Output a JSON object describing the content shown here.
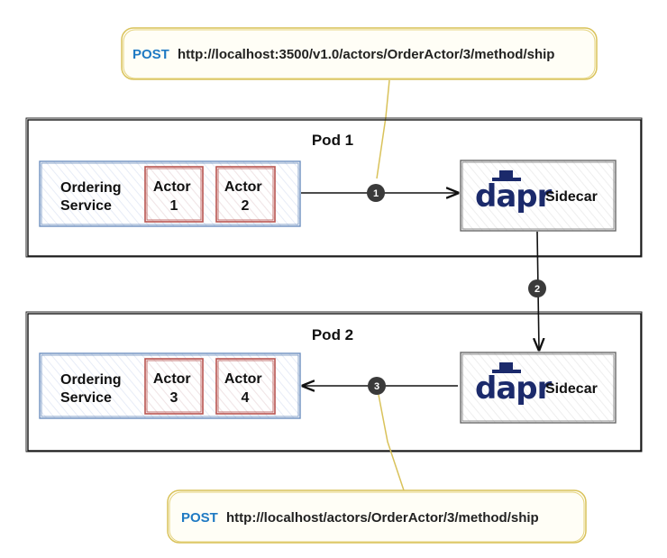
{
  "callout_top": {
    "verb": "POST",
    "url": "http://localhost:3500/v1.0/actors/OrderActor/3/method/ship"
  },
  "callout_bottom": {
    "verb": "POST",
    "url": "http://localhost/actors/OrderActor/3/method/ship"
  },
  "pod1": {
    "title": "Pod 1",
    "service": [
      "Ordering",
      "Service"
    ],
    "actors": [
      [
        "Actor",
        "1"
      ],
      [
        "Actor",
        "2"
      ]
    ],
    "sidecar_logo": "dapr",
    "sidecar_label": "Sidecar"
  },
  "pod2": {
    "title": "Pod 2",
    "service": [
      "Ordering",
      "Service"
    ],
    "actors": [
      [
        "Actor",
        "3"
      ],
      [
        "Actor",
        "4"
      ]
    ],
    "sidecar_logo": "dapr",
    "sidecar_label": "Sidecar"
  },
  "steps": [
    "1",
    "2",
    "3"
  ],
  "colors": {
    "callout_fill": "#fffef6",
    "callout_stroke": "#d9c25a",
    "verb": "#1f7ac3",
    "service_stroke": "#6c8ebf",
    "actor_stroke": "#b85450",
    "sidecar_stroke": "#666666",
    "badge": "#3a3a3a",
    "dapr": "#1b2a6b"
  }
}
